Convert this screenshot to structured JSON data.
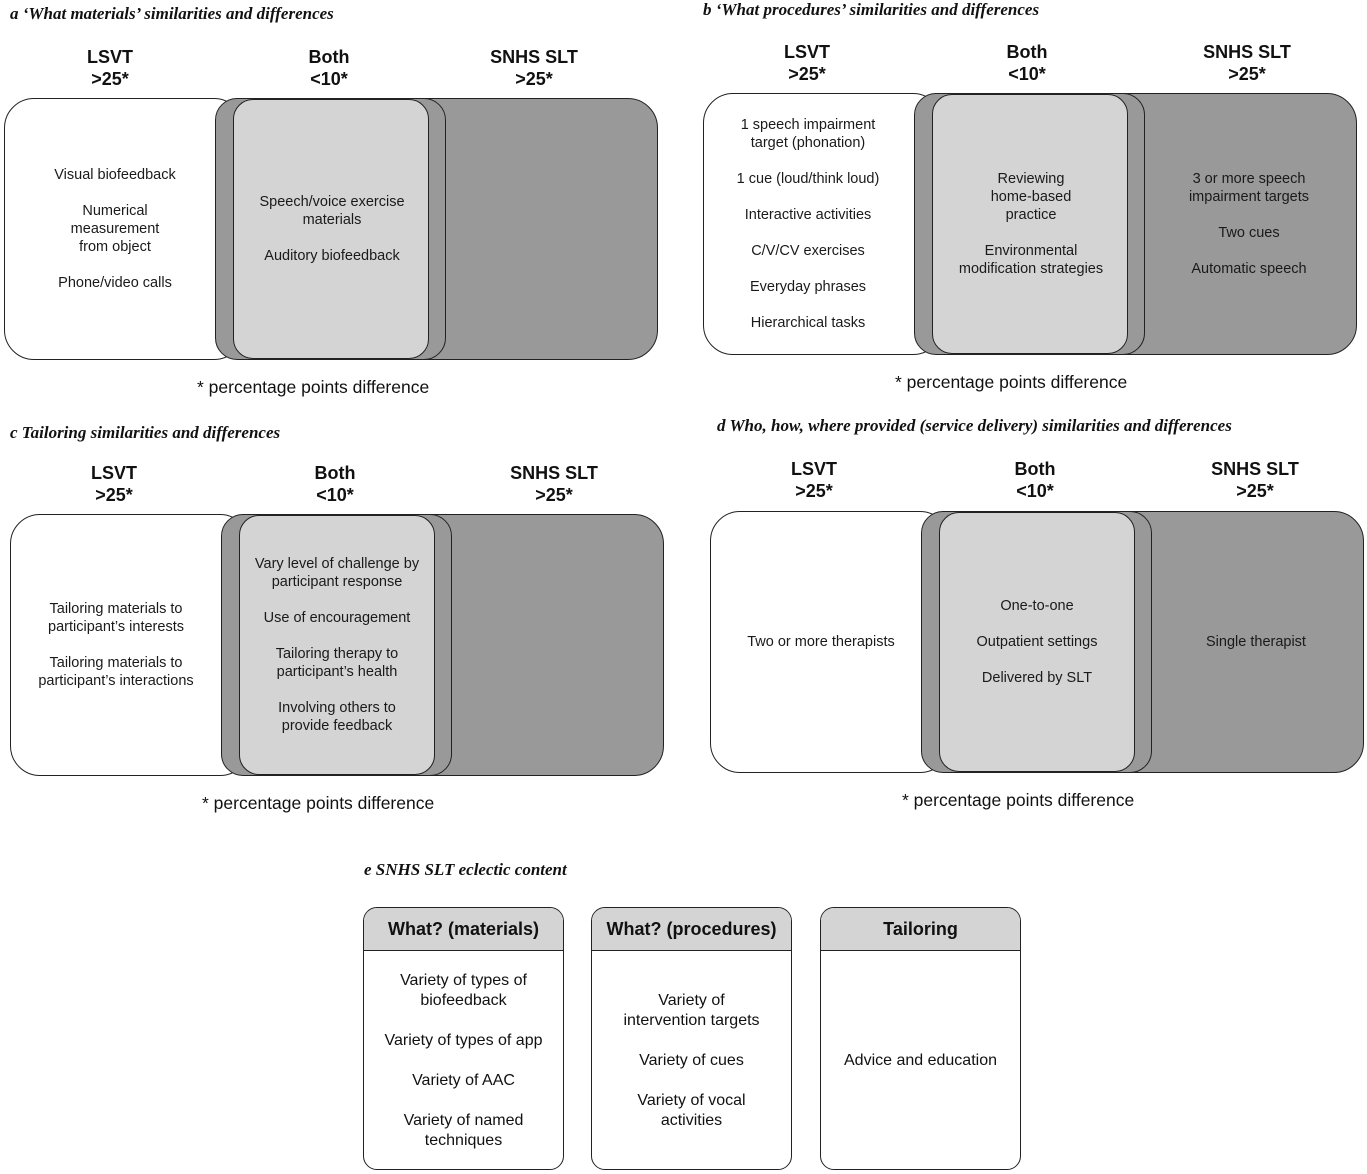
{
  "note": "* percentage points difference",
  "columns": {
    "lsvt": "LSVT",
    "both": "Both",
    "snhs": "SNHS SLT",
    "gt25": ">25*",
    "lt10": "<10*"
  },
  "panels": {
    "a": {
      "title": "a ‘What materials’ similarities and differences",
      "left_items": [
        "Visual biofeedback",
        "Numerical measurement from object",
        "Phone/video calls"
      ],
      "both_items": [
        "Speech/voice exercise materials",
        "Auditory biofeedback"
      ],
      "right_items": []
    },
    "b": {
      "title": "b ‘What procedures’ similarities and differences",
      "left_items": [
        "1 speech impairment target (phonation)",
        "1 cue (loud/think loud)",
        "Interactive activities",
        "C/V/CV exercises",
        "Everyday phrases",
        "Hierarchical tasks"
      ],
      "both_items": [
        "Reviewing home-based practice",
        "Environmental modification strategies"
      ],
      "right_items": [
        "3 or more speech impairment targets",
        "Two cues",
        "Automatic speech"
      ]
    },
    "c": {
      "title": "c Tailoring similarities and differences",
      "left_items": [
        "Tailoring materials to participant’s interests",
        "Tailoring materials to participant’s interactions"
      ],
      "both_items": [
        "Vary level of challenge by participant response",
        "Use of encouragement",
        "Tailoring therapy to participant’s health",
        "Involving others to provide feedback"
      ],
      "right_items": []
    },
    "d": {
      "title": "d Who, how, where provided (service delivery) similarities and differences",
      "left_items": [
        "Two or more therapists"
      ],
      "both_items": [
        "One-to-one",
        "Outpatient settings",
        "Delivered by SLT"
      ],
      "right_items": [
        "Single therapist"
      ]
    }
  },
  "eclectic": {
    "title": "e SNHS SLT eclectic content",
    "columns": [
      {
        "header": "What? (materials)",
        "items": [
          "Variety of types of biofeedback",
          "Variety of types of app",
          "Variety of AAC",
          "Variety of named techniques"
        ]
      },
      {
        "header": "What? (procedures)",
        "items": [
          "Variety of intervention targets",
          "Variety of cues",
          "Variety of vocal activities"
        ]
      },
      {
        "header": "Tailoring",
        "items": [
          "Advice and education"
        ]
      }
    ]
  },
  "colors": {
    "lsvt_fill": "#ffffff",
    "both_fill": "#d4d4d4",
    "snhs_fill": "#999999",
    "border": "#222222"
  }
}
